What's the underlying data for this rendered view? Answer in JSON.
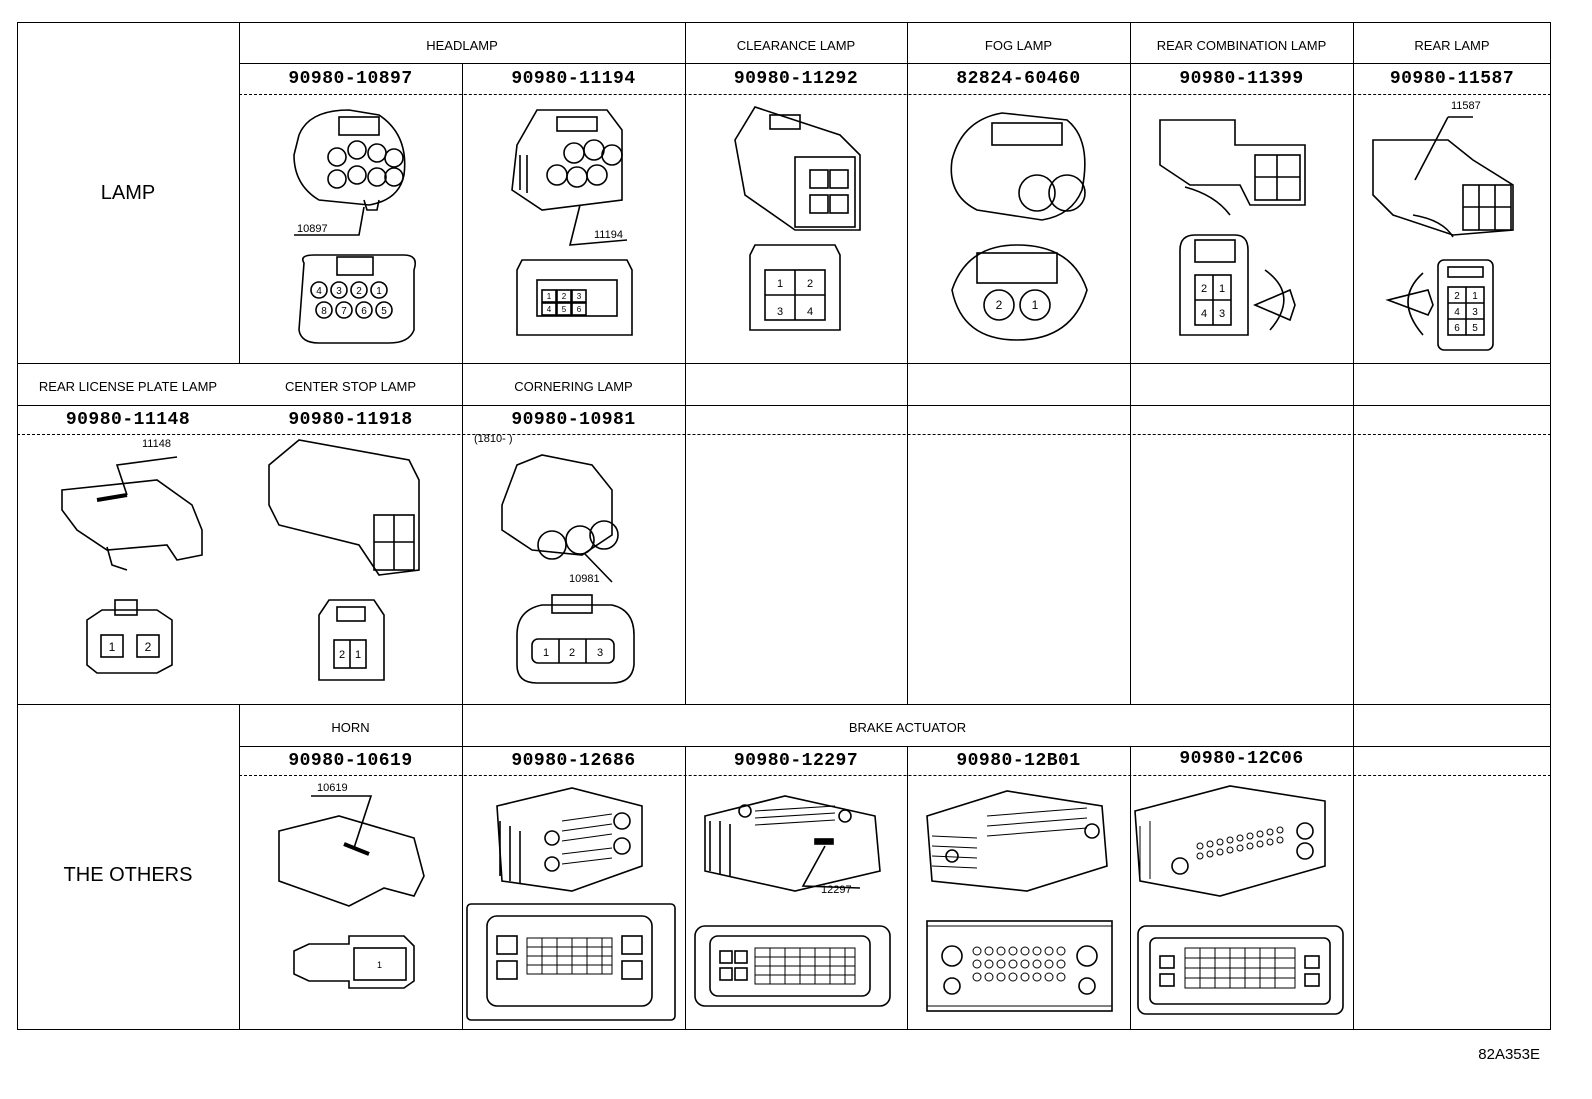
{
  "rows": {
    "lamp_label": "LAMP",
    "others_label": "THE OTHERS"
  },
  "sections": {
    "headlamp": "HEADLAMP",
    "clearance_lamp": "CLEARANCE LAMP",
    "fog_lamp": "FOG LAMP",
    "rear_combination_lamp": "REAR COMBINATION LAMP",
    "rear_lamp": "REAR LAMP",
    "rear_license_plate_lamp": "REAR LICENSE PLATE LAMP",
    "center_stop_lamp": "CENTER STOP LAMP",
    "cornering_lamp": "CORNERING LAMP",
    "horn": "HORN",
    "brake_actuator": "BRAKE ACTUATOR"
  },
  "part_numbers": {
    "p10897": "90980-10897",
    "p11194": "90980-11194",
    "p11292": "90980-11292",
    "p60460": "82824-60460",
    "p11399": "90980-11399",
    "p11587": "90980-11587",
    "p11148": "90980-11148",
    "p11918": "90980-11918",
    "p10981": "90980-10981",
    "p10619": "90980-10619",
    "p12686": "90980-12686",
    "p12297": "90980-12297",
    "p12B01": "90980-12B01",
    "p12C06": "90980-12C06"
  },
  "callouts": {
    "c10897": "10897",
    "c11194": "11194",
    "c11587": "11587",
    "c11148": "11148",
    "c10981": "10981",
    "c10981_note": "(1810-     )",
    "c10619": "10619",
    "c12297": "12297"
  },
  "figure_id": "82A353E"
}
